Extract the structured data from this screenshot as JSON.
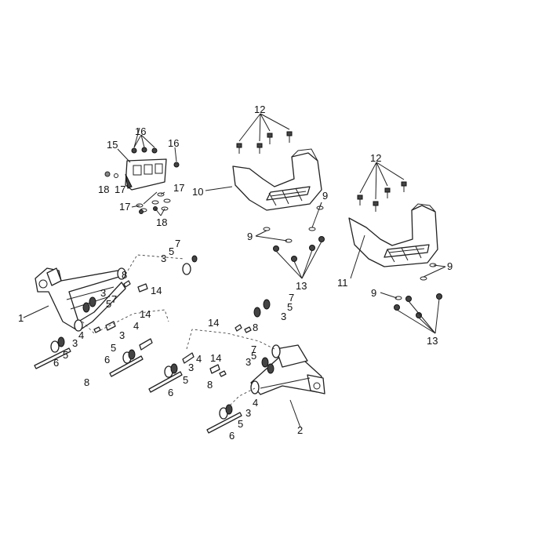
{
  "callouts": [
    {
      "text": "1"
    },
    {
      "text": "2"
    },
    {
      "text": "3"
    },
    {
      "text": "3"
    },
    {
      "text": "3"
    },
    {
      "text": "3"
    },
    {
      "text": "3"
    },
    {
      "text": "3"
    },
    {
      "text": "3"
    },
    {
      "text": "3"
    },
    {
      "text": "4"
    },
    {
      "text": "4"
    },
    {
      "text": "4"
    },
    {
      "text": "4"
    },
    {
      "text": "5"
    },
    {
      "text": "5"
    },
    {
      "text": "5"
    },
    {
      "text": "5"
    },
    {
      "text": "5"
    },
    {
      "text": "5"
    },
    {
      "text": "5"
    },
    {
      "text": "5"
    },
    {
      "text": "6"
    },
    {
      "text": "6"
    },
    {
      "text": "6"
    },
    {
      "text": "6"
    },
    {
      "text": "7"
    },
    {
      "text": "7"
    },
    {
      "text": "7"
    },
    {
      "text": "7"
    },
    {
      "text": "8"
    },
    {
      "text": "8"
    },
    {
      "text": "8"
    },
    {
      "text": "8"
    },
    {
      "text": "9"
    },
    {
      "text": "9"
    },
    {
      "text": "9"
    },
    {
      "text": "9"
    },
    {
      "text": "10"
    },
    {
      "text": "11"
    },
    {
      "text": "12"
    },
    {
      "text": "12"
    },
    {
      "text": "13"
    },
    {
      "text": "13"
    },
    {
      "text": "14"
    },
    {
      "text": "14"
    },
    {
      "text": "14"
    },
    {
      "text": "14"
    },
    {
      "text": "15"
    },
    {
      "text": "16"
    },
    {
      "text": "16"
    },
    {
      "text": "17"
    },
    {
      "text": "17"
    },
    {
      "text": "17"
    },
    {
      "text": "18"
    },
    {
      "text": "18"
    }
  ]
}
